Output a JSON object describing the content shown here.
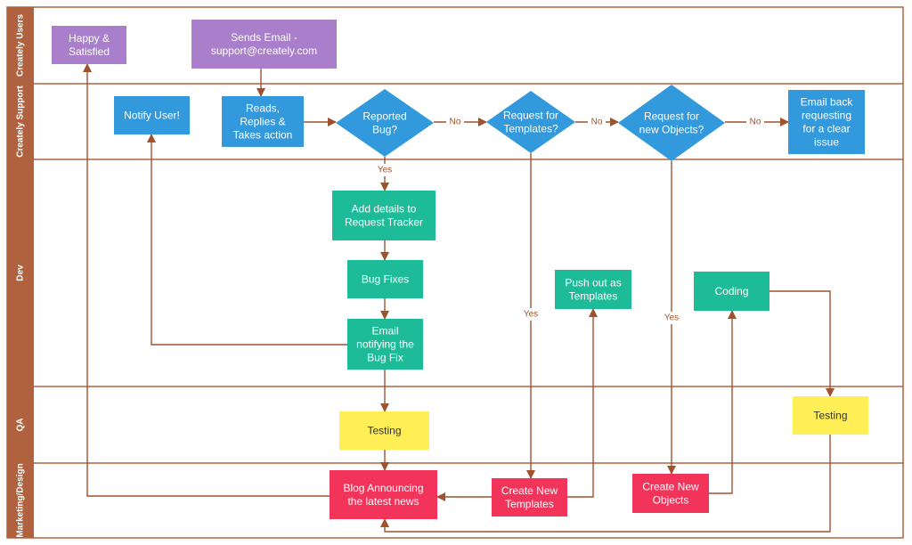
{
  "colors": {
    "lane_header": "#b0623f",
    "lane_line": "#b0623f",
    "edge": "#a0522d",
    "purple": "#a97fcb",
    "blue": "#3399dd",
    "green": "#1dbb98",
    "yellow": "#ffee55",
    "red": "#f2335a",
    "white_text": "#ffffff",
    "dark_text": "#333333"
  },
  "lanes": [
    {
      "id": "users",
      "label": "Creately Users"
    },
    {
      "id": "support",
      "label": "Creately Support"
    },
    {
      "id": "dev",
      "label": "Dev"
    },
    {
      "id": "qa",
      "label": "QA"
    },
    {
      "id": "marketing",
      "label": "Marketing/Design"
    }
  ],
  "nodes": [
    {
      "id": "happy",
      "shape": "rect",
      "color": "purple",
      "lines": [
        "Happy &",
        "Satisfied"
      ]
    },
    {
      "id": "sends_email",
      "shape": "rect",
      "color": "purple",
      "lines": [
        "Sends Email -",
        "support@creately.com"
      ]
    },
    {
      "id": "notify_user",
      "shape": "rect",
      "color": "blue",
      "lines": [
        "Notify User!"
      ]
    },
    {
      "id": "reads",
      "shape": "rect",
      "color": "blue",
      "lines": [
        "Reads,",
        "Replies &",
        "Takes action"
      ]
    },
    {
      "id": "reported_bug",
      "shape": "diamond",
      "color": "blue",
      "lines": [
        "Reported",
        "Bug?"
      ]
    },
    {
      "id": "req_templates",
      "shape": "diamond",
      "color": "blue",
      "lines": [
        "Request for",
        "Templates?"
      ]
    },
    {
      "id": "req_objects",
      "shape": "diamond",
      "color": "blue",
      "lines": [
        "Request for",
        "new Objects?"
      ]
    },
    {
      "id": "email_back",
      "shape": "rect",
      "color": "blue",
      "lines": [
        "Email back",
        "requesting",
        "for a clear",
        "issue"
      ]
    },
    {
      "id": "add_details",
      "shape": "rect",
      "color": "green",
      "lines": [
        "Add details to",
        "Request Tracker"
      ]
    },
    {
      "id": "bug_fixes",
      "shape": "rect",
      "color": "green",
      "lines": [
        "Bug Fixes"
      ]
    },
    {
      "id": "email_notify",
      "shape": "rect",
      "color": "green",
      "lines": [
        "Email",
        "notifying the",
        "Bug Fix"
      ]
    },
    {
      "id": "push_templates",
      "shape": "rect",
      "color": "green",
      "lines": [
        "Push out as",
        "Templates"
      ]
    },
    {
      "id": "coding",
      "shape": "rect",
      "color": "green",
      "lines": [
        "Coding"
      ]
    },
    {
      "id": "testing1",
      "shape": "rect",
      "color": "yellow",
      "lines": [
        "Testing"
      ]
    },
    {
      "id": "testing2",
      "shape": "rect",
      "color": "yellow",
      "lines": [
        "Testing"
      ]
    },
    {
      "id": "blog",
      "shape": "rect",
      "color": "red",
      "lines": [
        "Blog Announcing",
        "the latest news"
      ]
    },
    {
      "id": "create_templates",
      "shape": "rect",
      "color": "red",
      "lines": [
        "Create New",
        "Templates"
      ]
    },
    {
      "id": "create_objects",
      "shape": "rect",
      "color": "red",
      "lines": [
        "Create New",
        "Objects"
      ]
    }
  ],
  "edges": [
    {
      "id": "sends_to_reads",
      "from": "sends_email",
      "to": "reads",
      "label": ""
    },
    {
      "id": "reads_to_bug",
      "from": "reads",
      "to": "reported_bug",
      "label": ""
    },
    {
      "id": "bug_no_templates",
      "from": "reported_bug",
      "to": "req_templates",
      "label": "No"
    },
    {
      "id": "templates_no_objects",
      "from": "req_templates",
      "to": "req_objects",
      "label": "No"
    },
    {
      "id": "objects_no_email",
      "from": "req_objects",
      "to": "email_back",
      "label": "No"
    },
    {
      "id": "bug_yes_details",
      "from": "reported_bug",
      "to": "add_details",
      "label": "Yes"
    },
    {
      "id": "details_to_fixes",
      "from": "add_details",
      "to": "bug_fixes",
      "label": ""
    },
    {
      "id": "fixes_to_email",
      "from": "bug_fixes",
      "to": "email_notify",
      "label": ""
    },
    {
      "id": "email_to_notify",
      "from": "email_notify",
      "to": "notify_user",
      "label": ""
    },
    {
      "id": "email_to_testing",
      "from": "email_notify",
      "to": "testing1",
      "label": ""
    },
    {
      "id": "testing_to_blog",
      "from": "testing1",
      "to": "blog",
      "label": ""
    },
    {
      "id": "blog_to_happy",
      "from": "blog",
      "to": "happy",
      "label": ""
    },
    {
      "id": "templates_yes_create",
      "from": "req_templates",
      "to": "create_templates",
      "label": "Yes"
    },
    {
      "id": "create_to_blog",
      "from": "create_templates",
      "to": "blog",
      "label": ""
    },
    {
      "id": "create_to_push",
      "from": "create_templates",
      "to": "push_templates",
      "label": ""
    },
    {
      "id": "objects_yes_create",
      "from": "req_objects",
      "to": "create_objects",
      "label": "Yes"
    },
    {
      "id": "objects_to_coding",
      "from": "create_objects",
      "to": "coding",
      "label": ""
    },
    {
      "id": "coding_to_testing",
      "from": "coding",
      "to": "testing2",
      "label": ""
    },
    {
      "id": "testing2_to_blog",
      "from": "testing2",
      "to": "blog",
      "label": ""
    }
  ]
}
